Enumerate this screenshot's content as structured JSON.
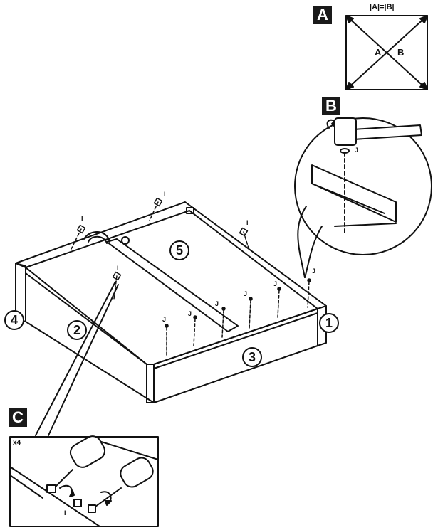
{
  "steps": {
    "a": "A",
    "b": "B",
    "c": "C"
  },
  "diagonal_check": {
    "equality": "|A|=|B|",
    "diag_a": "A",
    "diag_b": "B"
  },
  "parts": {
    "p1": "1",
    "p2": "2",
    "p3": "3",
    "p4": "4",
    "p5": "5"
  },
  "fittings": {
    "nail": "J",
    "cam_lock": "I"
  },
  "detail_c": {
    "quantity": "x4"
  }
}
